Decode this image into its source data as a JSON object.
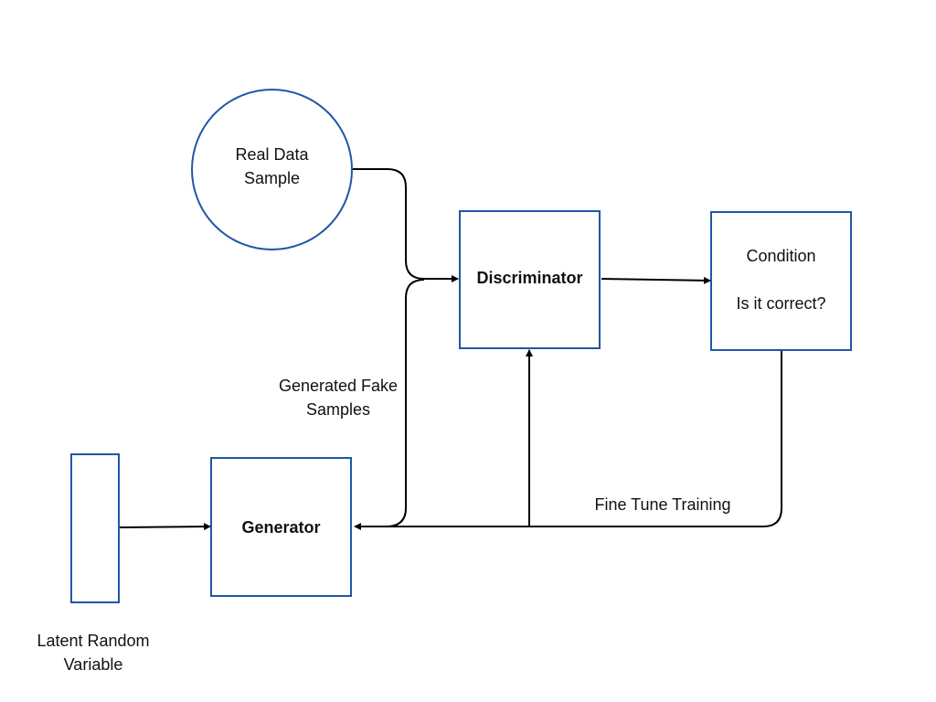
{
  "nodes": {
    "real_data": {
      "line1": "Real Data",
      "line2": "Sample"
    },
    "discriminator": {
      "label": "Discriminator"
    },
    "condition": {
      "line1": "Condition",
      "line2": "Is it correct?"
    },
    "generator": {
      "label": "Generator"
    },
    "latent": {}
  },
  "labels": {
    "generated_fake": {
      "line1": "Generated Fake",
      "line2": "Samples"
    },
    "fine_tune": "Fine Tune Training",
    "latent_random": {
      "line1": "Latent Random",
      "line2": "Variable"
    }
  },
  "colors": {
    "node_border": "#1f57a8",
    "line": "#000000"
  }
}
